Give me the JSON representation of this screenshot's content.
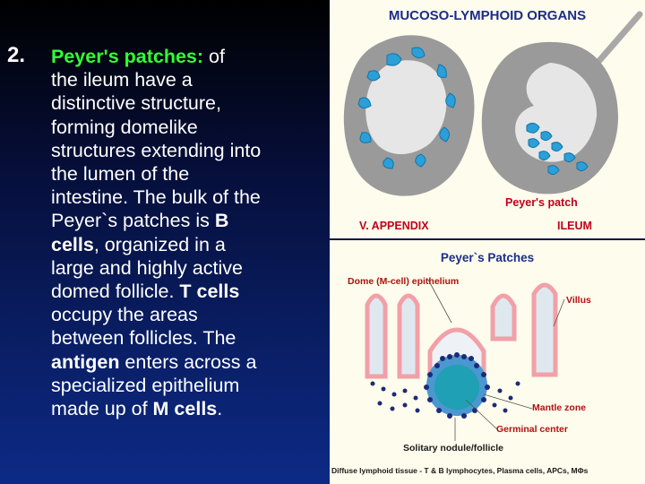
{
  "text": {
    "number": "2.",
    "term": "Peyer's patches:",
    "lines": [
      {
        "segments": [
          {
            "t": " of",
            "b": false
          }
        ]
      },
      {
        "segments": [
          {
            "t": "the ileum have a",
            "b": false
          }
        ]
      },
      {
        "segments": [
          {
            "t": "distinctive structure,",
            "b": false
          }
        ]
      },
      {
        "segments": [
          {
            "t": "forming domelike",
            "b": false
          }
        ]
      },
      {
        "segments": [
          {
            "t": "structures extending into",
            "b": false
          }
        ]
      },
      {
        "segments": [
          {
            "t": "the lumen of the",
            "b": false
          }
        ]
      },
      {
        "segments": [
          {
            "t": "intestine. The bulk of the",
            "b": false
          }
        ]
      },
      {
        "segments": [
          {
            "t": "Peyer`s patches is ",
            "b": false
          },
          {
            "t": "B",
            "b": true
          }
        ]
      },
      {
        "segments": [
          {
            "t": "cells",
            "b": true
          },
          {
            "t": ", organized in a",
            "b": false
          }
        ]
      },
      {
        "segments": [
          {
            "t": "large and highly active",
            "b": false
          }
        ]
      },
      {
        "segments": [
          {
            "t": "domed follicle. ",
            "b": false
          },
          {
            "t": "T cells",
            "b": true
          }
        ]
      },
      {
        "segments": [
          {
            "t": "occupy the areas",
            "b": false
          }
        ]
      },
      {
        "segments": [
          {
            "t": "between follicles. The",
            "b": false
          }
        ]
      },
      {
        "segments": [
          {
            "t": "antigen",
            "b": true
          },
          {
            "t": " enters across a",
            "b": false
          }
        ]
      },
      {
        "segments": [
          {
            "t": "specialized epithelium",
            "b": false
          }
        ]
      },
      {
        "segments": [
          {
            "t": "made up of ",
            "b": false
          },
          {
            "t": "M cells",
            "b": true
          },
          {
            "t": ".",
            "b": false
          }
        ]
      }
    ]
  },
  "figure_top": {
    "title": "MUCOSO-LYMPHOID ORGANS",
    "label_peyers_patch": "Peyer's patch",
    "label_appendix": "V.  APPENDIX",
    "label_ileum": "ILEUM"
  },
  "figure_bottom": {
    "title": "Peyer`s Patches",
    "label_dome": "Dome (M-cell) epithelium",
    "label_villus": "Villus",
    "label_mantle": "Mantle zone",
    "label_germinal": "Germinal center",
    "label_solitary": "Solitary nodule/follicle",
    "footer": "Diffuse lymphoid tissue - T & B lymphocytes, Plasma cells, APCs, MΦs"
  },
  "colors": {
    "green_term": "#33ff33",
    "figure_bg": "#fefcec",
    "title_blue": "#1a2d8c",
    "label_red": "#c0001a",
    "lymphoid_blue": "#2a9fd8",
    "villus_pink": "#f2a0a8",
    "lymphocyte_navy": "#1c2a78"
  }
}
